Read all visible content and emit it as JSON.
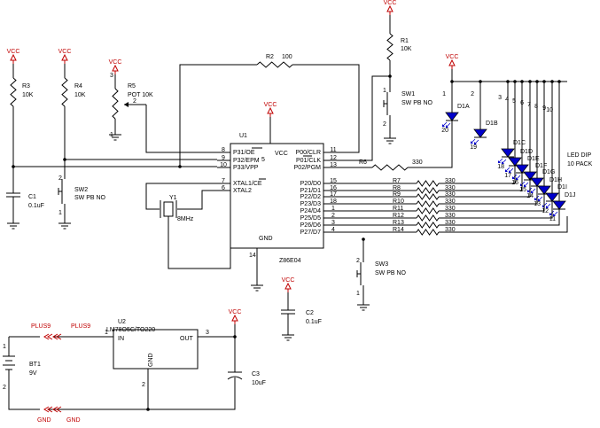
{
  "supply": {
    "vcc": "VCC",
    "plus9": "PLUS9",
    "gnd": "GND"
  },
  "mcu": {
    "ref": "U1",
    "part": "Z86E04",
    "left_pins": [
      {
        "num": "8",
        "name": "P31/OE",
        "over": true
      },
      {
        "num": "9",
        "name": "P32/EPM",
        "over": false
      },
      {
        "num": "10",
        "name": "P33/VPP",
        "over": false
      },
      {
        "num": "7",
        "name": "XTAL1/CE",
        "over": true
      },
      {
        "num": "6",
        "name": "XTAL2",
        "over": false
      }
    ],
    "right_ctrl_pins": [
      {
        "num": "11",
        "name": "P00/CLR"
      },
      {
        "num": "12",
        "name": "P01/CLK"
      },
      {
        "num": "13",
        "name": "P02/PGM"
      }
    ],
    "port2_pins": [
      {
        "num": "15",
        "name": "P20/D0"
      },
      {
        "num": "16",
        "name": "P21/D1"
      },
      {
        "num": "17",
        "name": "P22/D2"
      },
      {
        "num": "18",
        "name": "P23/D3"
      },
      {
        "num": "1",
        "name": "P24/D4"
      },
      {
        "num": "2",
        "name": "P25/D5"
      },
      {
        "num": "3",
        "name": "P26/D6"
      },
      {
        "num": "4",
        "name": "P27/D7"
      }
    ],
    "vcc_pin": {
      "num": "5",
      "name": "VCC"
    },
    "gnd_pin": {
      "num": "14",
      "name": "GND"
    }
  },
  "resistors": {
    "r1": {
      "ref": "R1",
      "value": "10K"
    },
    "r2": {
      "ref": "R2",
      "value": "100"
    },
    "r3": {
      "ref": "R3",
      "value": "10K"
    },
    "r4": {
      "ref": "R4",
      "value": "10K"
    },
    "r6": {
      "ref": "R6",
      "value": "330"
    },
    "bank": [
      {
        "ref": "R7",
        "value": "330"
      },
      {
        "ref": "R8",
        "value": "330"
      },
      {
        "ref": "R9",
        "value": "330"
      },
      {
        "ref": "R10",
        "value": "330"
      },
      {
        "ref": "R11",
        "value": "330"
      },
      {
        "ref": "R12",
        "value": "330"
      },
      {
        "ref": "R13",
        "value": "330"
      },
      {
        "ref": "R14",
        "value": "330"
      }
    ]
  },
  "pot": {
    "ref": "R5",
    "value": "POT 10K",
    "pins": [
      "3",
      "2",
      "1"
    ]
  },
  "switches": {
    "sw1": {
      "ref": "SW1",
      "value": "SW PB NO",
      "pins": [
        "1",
        "2"
      ]
    },
    "sw2": {
      "ref": "SW2",
      "value": "SW PB NO",
      "pins": [
        "2",
        "1"
      ]
    },
    "sw3": {
      "ref": "SW3",
      "value": "SW PB NO",
      "pins": [
        "2",
        "1"
      ]
    }
  },
  "caps": {
    "c1": {
      "ref": "C1",
      "value": "0.1uF"
    },
    "c2": {
      "ref": "C2",
      "value": "0.1uF"
    },
    "c3": {
      "ref": "C3",
      "value": "10uF"
    }
  },
  "crystal": {
    "ref": "Y1",
    "value": "8MHz"
  },
  "leds": {
    "package": [
      "LED DIP",
      "10 PACK"
    ],
    "items": [
      {
        "ref": "D1A",
        "top": "1",
        "bot": "20"
      },
      {
        "ref": "D1B",
        "top": "2",
        "bot": "19"
      },
      {
        "ref": "D1C",
        "top": "3",
        "bot": "18"
      },
      {
        "ref": "D1D",
        "top": "4",
        "bot": "17"
      },
      {
        "ref": "D1E",
        "top": "5",
        "bot": "16"
      },
      {
        "ref": "D1F",
        "top": "6",
        "bot": "15"
      },
      {
        "ref": "D1G",
        "top": "7",
        "bot": "14"
      },
      {
        "ref": "D1H",
        "top": "8",
        "bot": "13"
      },
      {
        "ref": "D1I",
        "top": "9",
        "bot": "12"
      },
      {
        "ref": "D1J",
        "top": "10",
        "bot": "11"
      }
    ]
  },
  "regulator": {
    "ref": "U2",
    "part": "LM78O5C/TO220",
    "in": {
      "num": "1",
      "name": "IN"
    },
    "out": {
      "num": "3",
      "name": "OUT"
    },
    "gnd": {
      "num": "2",
      "name": "GND"
    }
  },
  "battery": {
    "ref": "BT1",
    "value": "9V",
    "pins": [
      "1",
      "2"
    ]
  },
  "gnd_pin_num": "2"
}
